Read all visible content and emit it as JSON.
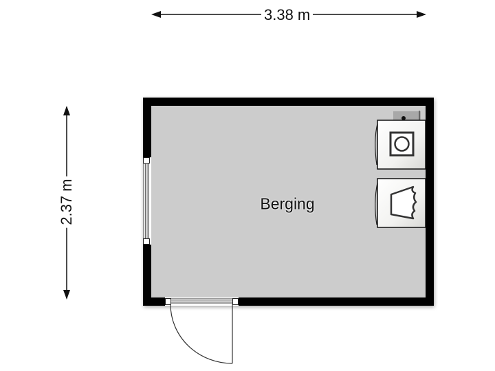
{
  "floorplan": {
    "room": {
      "name": "Berging",
      "floor_color": "#cccccc",
      "wall_color": "#000000"
    },
    "dimensions": {
      "width": "3.38 m",
      "height": "2.37 m"
    },
    "fixtures": [
      {
        "type": "washing-machine",
        "icon": "circle-in-square"
      },
      {
        "type": "dryer",
        "icon": "tumble-dryer-symbol"
      }
    ],
    "openings": [
      {
        "type": "window",
        "wall": "left"
      },
      {
        "type": "door",
        "wall": "bottom",
        "swing": "outward"
      }
    ]
  }
}
